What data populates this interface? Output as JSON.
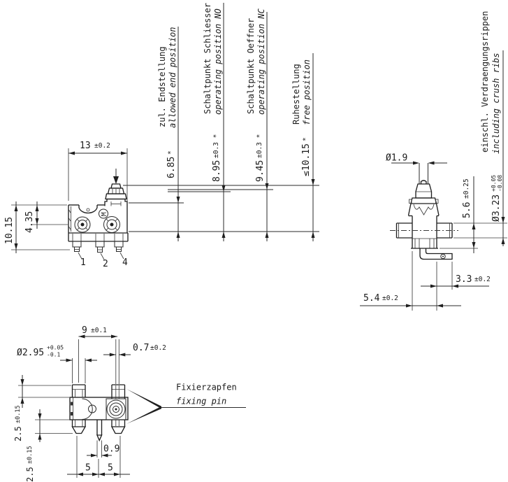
{
  "drawing": {
    "position_labels": [
      {
        "de": "zul. Endstellung",
        "en": "allowed end position",
        "value": "6.85",
        "suffix": "*"
      },
      {
        "de": "Schaltpunkt Schliesser",
        "en": "operating position NO",
        "value": "8.95",
        "suffix": "±0.3 *"
      },
      {
        "de": "Schaltpunkt Oeffner",
        "en": "operating position NC",
        "value": "9.45",
        "suffix": "±0.3 *"
      },
      {
        "de": "Ruhestellung",
        "en": "free position",
        "value": "≤10.15",
        "suffix": "*"
      }
    ],
    "crush_ribs_label": {
      "de": "einschl. Verdraengungsrippen",
      "en": "including crush ribs"
    },
    "fixing_pin_label": {
      "de": "Fixierzapfen",
      "en": "fixing pin"
    },
    "front_view": {
      "width_dim": {
        "value": "13",
        "tol": "±0.2"
      },
      "height_dim": "10.15",
      "operate_dim": "4.35",
      "pin_numbers": [
        "1",
        "2",
        "4"
      ],
      "marking": "M"
    },
    "side_view": {
      "plunger_dia": "Ø1.9",
      "pin_height_dim": {
        "value": "5.6",
        "tol": "±0.25"
      },
      "rib_dia_dim": {
        "value": "Ø3.23",
        "tol_plus": "+0.05",
        "tol_minus": "-0.08"
      },
      "terminal_dim": {
        "value": "3.3",
        "tol": "±0.2"
      },
      "base_width_dim": {
        "value": "5.4",
        "tol": "±0.2"
      }
    },
    "bottom_view": {
      "pin_spacing_dim": {
        "value": "9",
        "tol": "±0.1"
      },
      "rib_width_dim": {
        "value": "0.7",
        "tol": "±0.2"
      },
      "pin_dia_dim": {
        "value": "Ø2.95",
        "tol_plus": "+0.05",
        "tol_minus": "-0.1"
      },
      "depth_top_dim": {
        "value": "2.5",
        "tol": "±0.15"
      },
      "depth_bottom_dim": {
        "value": "2.5",
        "tol": "±0.15"
      },
      "pin_width_dim": "0.9",
      "pitch_dims": [
        "5",
        "5"
      ]
    }
  }
}
